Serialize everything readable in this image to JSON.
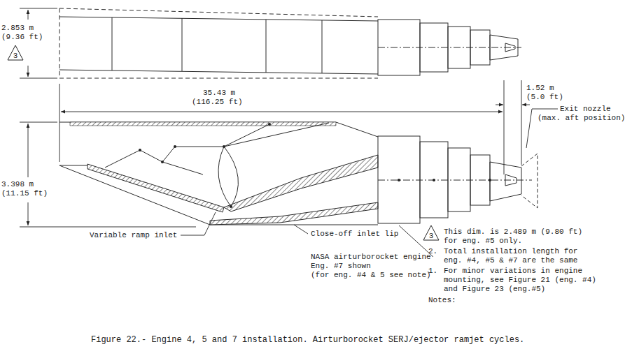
{
  "diagram": {
    "caption": "Figure 22.- Engine 4, 5 and 7 installation.  Airturborocket SERJ/ejector ramjet cycles.",
    "nodes": [
      {
        "text": [
          "3"
        ]
      },
      {
        "text": [
          "3"
        ]
      }
    ],
    "labels": [
      "2.853 m",
      "(9.36 ft)",
      "35.43 m",
      "(116.25 ft)",
      "1.52 m",
      "(5.0 ft)",
      "Exit nozzle",
      "(max. aft position)",
      "3.398 m",
      "(11.15 ft)",
      "Variable ramp inlet",
      "Close-off inlet lip",
      "NASA airturborocket engine",
      "Eng. #7 shown",
      "(for eng. #4 & 5 see note)",
      "This dim. is 2.489 m (9.80 ft)",
      "for eng. #5 only.",
      "2.",
      "Total installation length for",
      "eng. #4, #5 & #7 are the same",
      "1.",
      "For minor variations in engine",
      "mounting, see Figure 21 (eng. #4)",
      "and Figure 23 (eng.#5)",
      "Notes:"
    ]
  }
}
